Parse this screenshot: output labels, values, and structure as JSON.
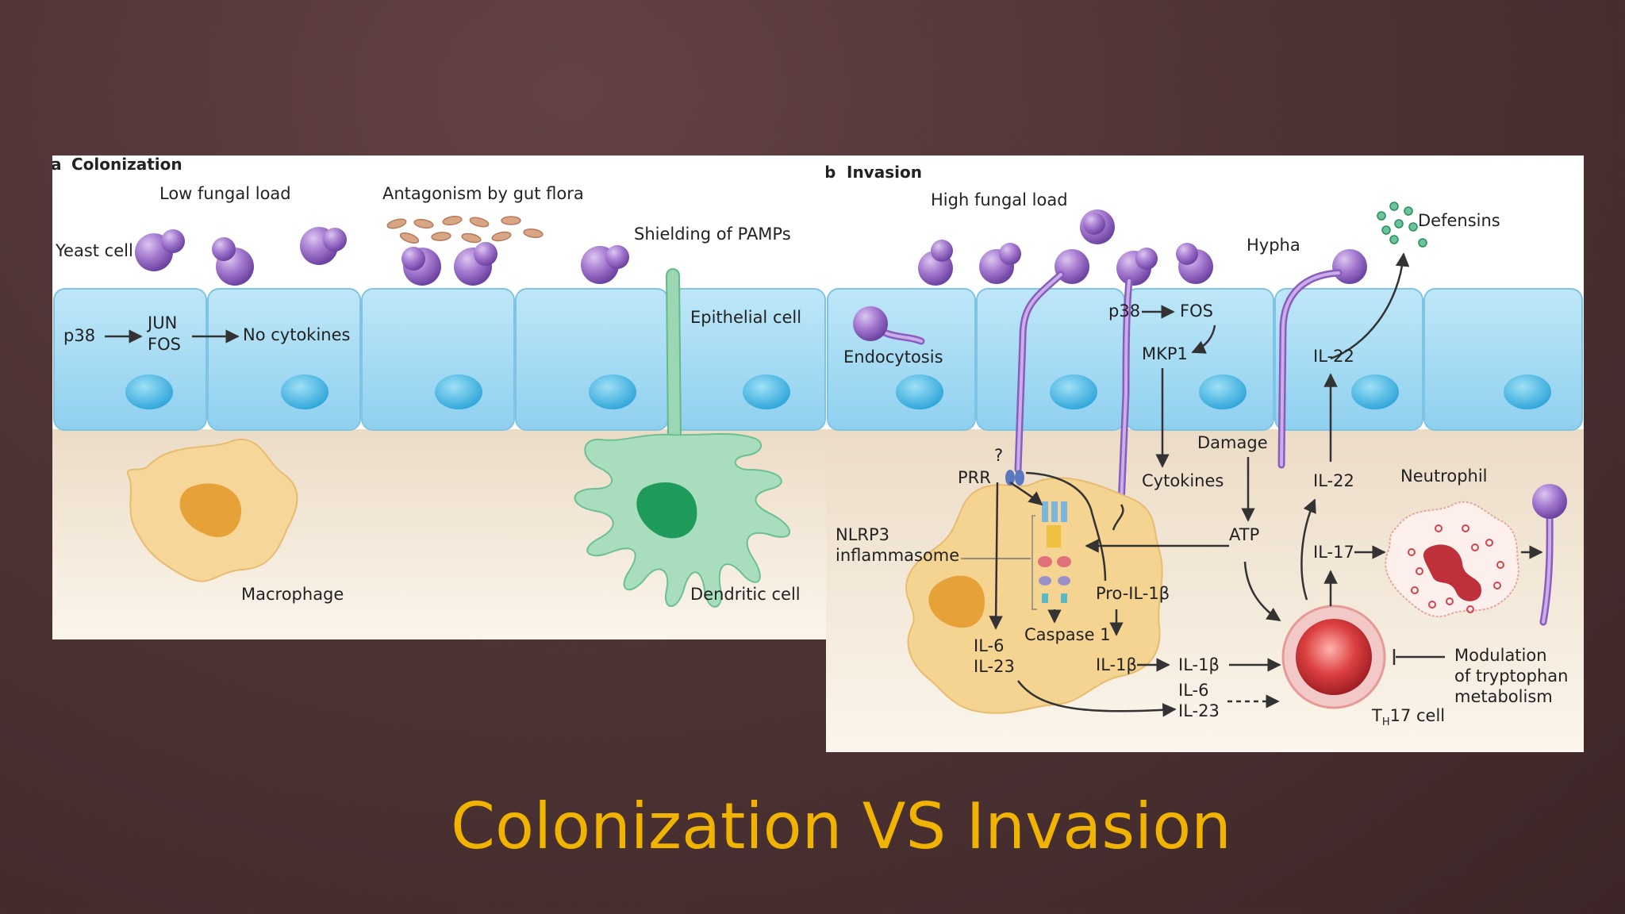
{
  "slide_title": "Colonization VS Invasion",
  "colors": {
    "title": "#f0b400",
    "epithelium": "#a8dcf3",
    "lamina": "#f3e6d3",
    "fungus": "#9d6fc6",
    "macrophage": "#f5d08a",
    "dendritic": "#8ed0a9",
    "th17": "#d63c3c",
    "neutrophil_granules": "#c0303a"
  },
  "panel_a": {
    "letter": "a",
    "title": "Colonization",
    "labels": {
      "low_fungal_load": "Low fungal load",
      "antagonism": "Antagonism by gut flora",
      "shielding": "Shielding of PAMPs",
      "yeast_cell": "Yeast cell",
      "p38": "p38",
      "jun": "JUN",
      "fos": "FOS",
      "no_cytokines": "No cytokines",
      "epithelial_cell": "Epithelial cell",
      "macrophage": "Macrophage",
      "dendritic_cell": "Dendritic cell"
    }
  },
  "panel_b": {
    "letter": "b",
    "title": "Invasion",
    "labels": {
      "high_fungal_load": "High fungal load",
      "hypha": "Hypha",
      "defensins": "Defensins",
      "endocytosis": "Endocytosis",
      "p38": "p38",
      "fos": "FOS",
      "mkp1": "MKP1",
      "il22_epi": "IL-22",
      "question": "?",
      "prr": "PRR",
      "damage": "Damage",
      "cytokines": "Cytokines",
      "il22_mid": "IL-22",
      "neutrophil": "Neutrophil",
      "nlrp3_line1": "NLRP3",
      "nlrp3_line2": "inflammasome",
      "atp": "ATP",
      "il17": "IL-17",
      "pro_il1b": "Pro-IL-1β",
      "caspase1": "Caspase 1",
      "il6_left": "IL-6",
      "il23_left": "IL-23",
      "il1b_a": "IL-1β",
      "il1b_b": "IL-1β",
      "il6_right": "IL-6",
      "il23_right": "IL-23",
      "modulation_line1": "Modulation",
      "modulation_line2": "of tryptophan",
      "modulation_line3": "metabolism",
      "th17_main": "T",
      "th17_sub": "H",
      "th17_rest": "17 cell"
    }
  }
}
